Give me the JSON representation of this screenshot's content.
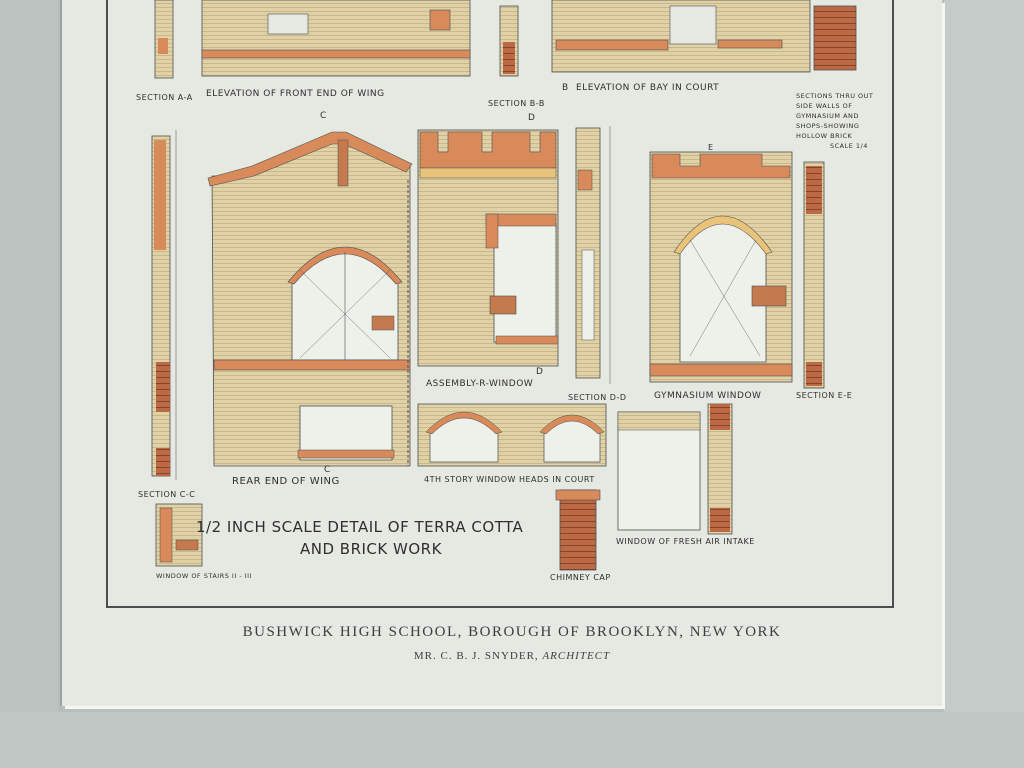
{
  "drawing_labels": {
    "section_aa": "SECTION A-A",
    "elevation_front_wing": "ELEVATION OF FRONT END OF WING",
    "section_bb": "SECTION B-B",
    "elevation_bay": "ELEVATION OF BAY IN COURT",
    "sections_note": [
      "SECTIONS THRU OUT",
      "SIDE WALLS OF",
      "GYMNASIUM AND",
      "SHOPS-SHOWING",
      "HOLLOW BRICK",
      "SCALE 1/4"
    ],
    "rear_end_wing": "REAR END OF WING",
    "assembly_window": "ASSEMBLY-R-WINDOW",
    "section_dd": "SECTION D-D",
    "gymnasium_window": "GYMNASIUM WINDOW",
    "section_ee": "SECTION E-E",
    "section_cc": "SECTION C-C",
    "window_heads": "4TH STORY WINDOW HEADS IN COURT",
    "title_line1": "1/2 INCH SCALE DETAIL OF TERRA COTTA",
    "title_line2": "AND BRICK WORK",
    "window_stairs": "WINDOW OF STAIRS II - III",
    "chimney_cap": "CHIMNEY CAP",
    "fresh_air": "WINDOW OF FRESH AIR INTAKE",
    "marker_c": "C",
    "marker_d": "D",
    "marker_e": "E",
    "marker_b": "B"
  },
  "caption": {
    "title": "BUSHWICK HIGH SCHOOL, BOROUGH OF BROOKLYN, NEW YORK",
    "architect_prefix": "MR. C. B. J. SNYDER,",
    "architect_role": "ARCHITECT"
  },
  "colors": {
    "terra_cotta": "#d98a5a",
    "brick": "#b8633e",
    "stone_wash": "#e2d3a3",
    "paper": "#e6e8e2",
    "ink": "#4a4f52"
  }
}
